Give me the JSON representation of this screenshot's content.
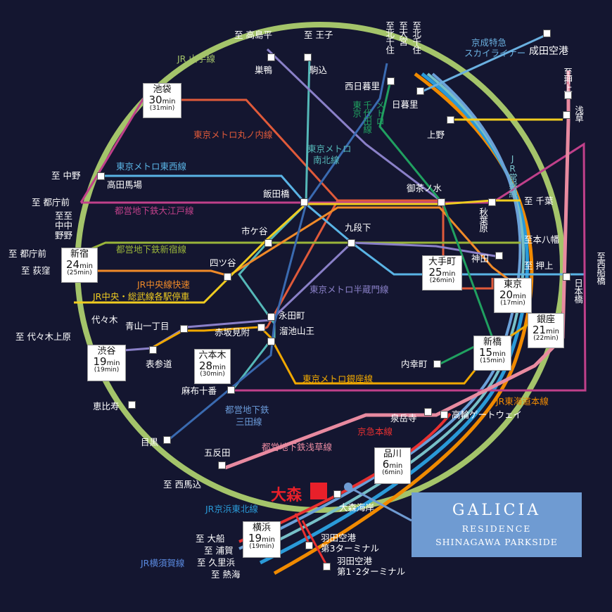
{
  "colors": {
    "background": "#141630",
    "yamanote": "#a4c46a",
    "marunouchi": "#e05a3a",
    "namboku": "#55b8b8",
    "tozai": "#5ab4e5",
    "oedo": "#c0408a",
    "shinjuku": "#9ab53a",
    "hanzomon": "#8a80c8",
    "ginza": "#f0a800",
    "chuo_rapid": "#f08a28",
    "sobu_local": "#f0cc20",
    "mita": "#3a6ab0",
    "asakusa": "#e88aa0",
    "keisei": "#6ab0e0",
    "keikyu": "#e83030",
    "tokaido": "#f08a00",
    "keihin_tohoku": "#2a9ad8",
    "yokosuka": "#2a5ab8",
    "joban": "#30a080",
    "chiyoda": "#20a060",
    "omori_red": "#e8202a",
    "galicia_blue": "#6f9bd2"
  },
  "lines": {
    "yamanote": "JR 山手線",
    "marunouchi": "東京メトロ丸ノ内線",
    "namboku": "東京メトロ南北線",
    "tozai": "東京メトロ東西線",
    "oedo": "都営地下鉄大江戸線",
    "shinjuku": "都営地下鉄新宿線",
    "chuo_rapid": "JR中央線快速",
    "chuo_sobu": "JR中央・総武線各駅停車",
    "hanzomon": "東京メトロ半蔵門線",
    "ginza": "東京メトロ銀座線",
    "mita_1": "都営地下鉄",
    "mita_2": "三田線",
    "asakusa": "都営地下鉄浅草線",
    "keikyu": "京急本線",
    "tokaido": "JR東海道本線",
    "keihin": "JR京浜東北線",
    "yokosuka": "JR横須賀線",
    "chiyoda": "東京メトロ千代田線",
    "joban": "JR常磐線",
    "keisei_1": "京成特急",
    "keisei_2": "スカイライナー"
  },
  "destinations": {
    "komagome_dir": "至 高島平",
    "oji": "至 王子",
    "kita_senju": "至北千住",
    "kita_omiya": "至大宮",
    "kita_senju2": "至北千住",
    "narita": "成田空港",
    "oshiage": "至押上",
    "nakano": "至 中野",
    "tochomae": "至 都庁前",
    "nakano2": "至中野",
    "tochomae2": "至 都庁前",
    "ogikubo": "至 荻窪",
    "yoyogiuehara": "至 代々木上原",
    "chiba": "至 千葉",
    "motoyawata": "至本八幡",
    "oshiage2": "至 押上",
    "nishifunabashi": "至西船橋",
    "nishimagome": "至 西馬込",
    "ofuna": "至 大船",
    "uraga": "至 浦賀",
    "kurihama": "至 久里浜",
    "atami": "至 熱海"
  },
  "stations": {
    "sugamo": "巣鴨",
    "komagome": "駒込",
    "nishinippori": "西日暮里",
    "nippori": "日暮里",
    "asakusa": "浅草",
    "ueno": "上野",
    "takadanobaba": "高田馬場",
    "iidabashi": "飯田橋",
    "ochanomizu": "御茶ノ水",
    "akihabara": "秋葉原",
    "ichigaya": "市ケ谷",
    "kudanshita": "九段下",
    "kanda": "神田",
    "yotsuya": "四ツ谷",
    "nihonbashi": "日本橋",
    "nagatacho": "永田町",
    "akasakamitsuke": "赤坂見附",
    "tameikesanno": "溜池山王",
    "aoyamaitchome": "青山一丁目",
    "yoyogi": "代々木",
    "omotesando": "表参道",
    "uchisaiwaicho": "内幸町",
    "azabujuban": "麻布十番",
    "ebisu": "恵比寿",
    "sengakuji": "泉岳寺",
    "takanawa": "高輪ゲートウェイ",
    "meguro": "目黒",
    "gotanda": "五反田",
    "omori": "大森",
    "omorikaigan": "大森海岸",
    "haneda3": "羽田空港",
    "haneda3b": "第3ターミナル",
    "haneda12": "羽田空港",
    "haneda12b": "第1･2ターミナル"
  },
  "boxes": {
    "ikebukuro": {
      "name": "池袋",
      "min": "30",
      "sub": "(31min)"
    },
    "shinjuku": {
      "name": "新宿",
      "min": "24",
      "sub": "(25min)"
    },
    "otemachi": {
      "name": "大手町",
      "min": "25",
      "sub": "(26min)"
    },
    "tokyo": {
      "name": "東京",
      "min": "20",
      "sub": "(17min)"
    },
    "ginza": {
      "name": "銀座",
      "min": "21",
      "sub": "(22min)"
    },
    "shinbashi": {
      "name": "新橋",
      "min": "15",
      "sub": "(15min)"
    },
    "roppongi": {
      "name": "六本木",
      "min": "28",
      "sub": "(30min)"
    },
    "shibuya": {
      "name": "渋谷",
      "min": "19",
      "sub": "(19min)"
    },
    "shinagawa": {
      "name": "品川",
      "min": "6",
      "sub": "(6min)"
    },
    "yokohama": {
      "name": "横浜",
      "min": "19",
      "sub": "(19min)"
    }
  },
  "min_unit": "min",
  "omori_label": "大森",
  "galicia": {
    "line1": "GALICIA",
    "line2": "RESIDENCE",
    "line3": "SHINAGAWA PARKSIDE"
  }
}
